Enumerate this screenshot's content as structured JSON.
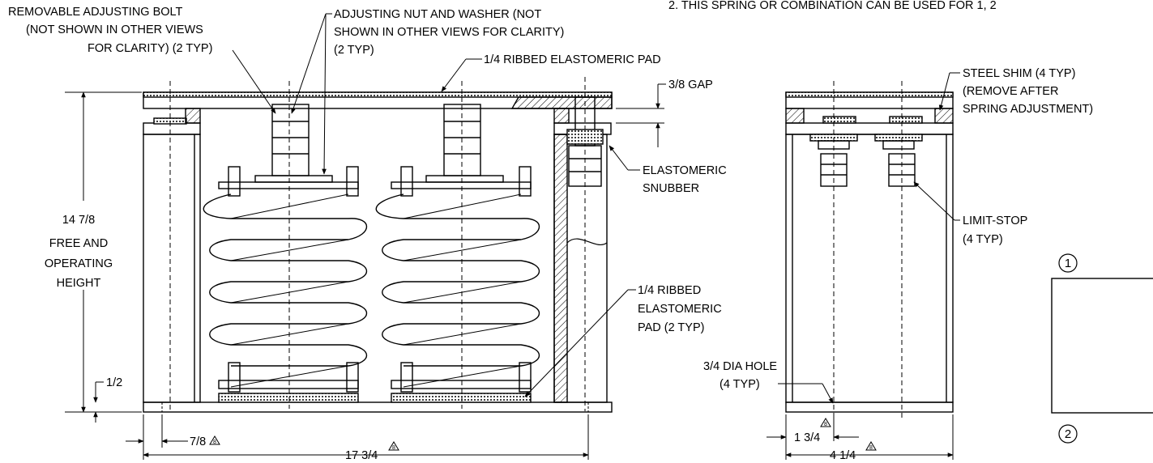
{
  "header_text": "2. THIS SPRING OR COMBINATION CAN BE USED FOR 1, 2",
  "labels": {
    "removable_bolt": [
      "REMOVABLE ADJUSTING BOLT",
      "(NOT SHOWN IN OTHER VIEWS",
      "FOR CLARITY) (2 TYP)"
    ],
    "adjusting_nut": [
      "ADJUSTING NUT AND WASHER (NOT",
      "SHOWN IN OTHER VIEWS FOR CLARITY)",
      "(2 TYP)"
    ],
    "ribbed_pad_top": "1/4 RIBBED ELASTOMERIC PAD",
    "gap": "3/8 GAP",
    "snubber": [
      "ELASTOMERIC",
      "SNUBBER"
    ],
    "ribbed_pad_bottom": [
      "1/4 RIBBED",
      "ELASTOMERIC",
      "PAD (2 TYP)"
    ],
    "steel_shim": [
      "STEEL SHIM (4 TYP)",
      "(REMOVE AFTER",
      "SPRING ADJUSTMENT)"
    ],
    "limit_stop": [
      "LIMIT-STOP",
      "(4 TYP)"
    ],
    "dia_hole": [
      "3/4 DIA HOLE",
      "(4 TYP)"
    ]
  },
  "dimensions": {
    "height": [
      "14 7/8",
      "FREE AND",
      "OPERATING",
      "HEIGHT"
    ],
    "base_thickness": "1/2",
    "edge_offset": "7/8",
    "overall_length": "17 3/4",
    "side_offset": "1 3/4",
    "side_width": "4 1/4",
    "revision_mark": "8"
  },
  "callouts": [
    "1",
    "2"
  ]
}
